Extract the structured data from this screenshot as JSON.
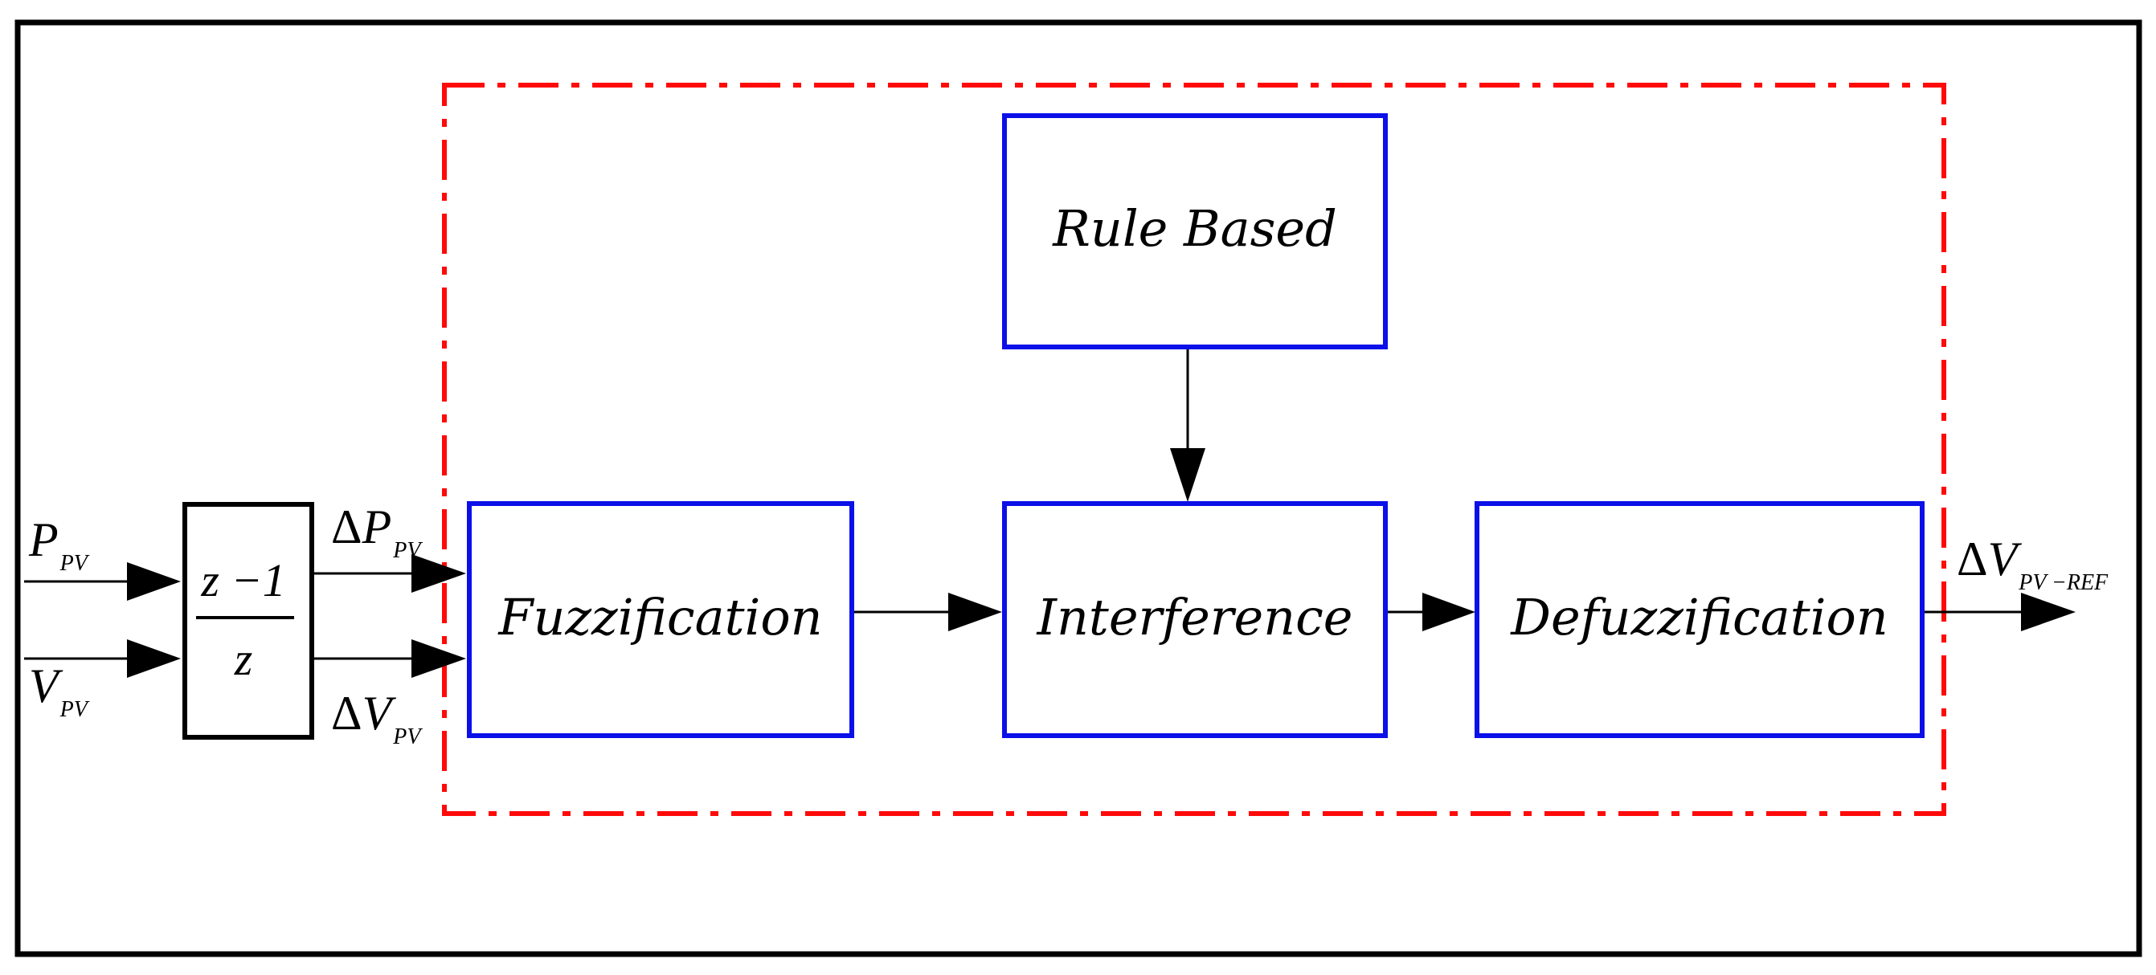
{
  "blocks": {
    "rule_based": "Rule Based",
    "fuzzification": "Fuzzification",
    "interference": "Interference",
    "defuzzification": "Defuzzification"
  },
  "transfer_function": {
    "numerator": "z −1",
    "denominator": "z"
  },
  "signals": {
    "p_pv": {
      "main": "P",
      "sub": "PV"
    },
    "v_pv": {
      "main": "V",
      "sub": "PV"
    },
    "delta_p_pv": {
      "delta": "Δ",
      "main": "P",
      "sub": "PV"
    },
    "delta_v_pv": {
      "delta": "Δ",
      "main": "V",
      "sub": "PV"
    },
    "delta_v_pv_ref": {
      "delta": "Δ",
      "main": "V",
      "sub": "PV −REF"
    }
  },
  "colors": {
    "block_border": "#0b10e8",
    "controller_boundary": "#ff0a0a",
    "line": "#000000"
  }
}
